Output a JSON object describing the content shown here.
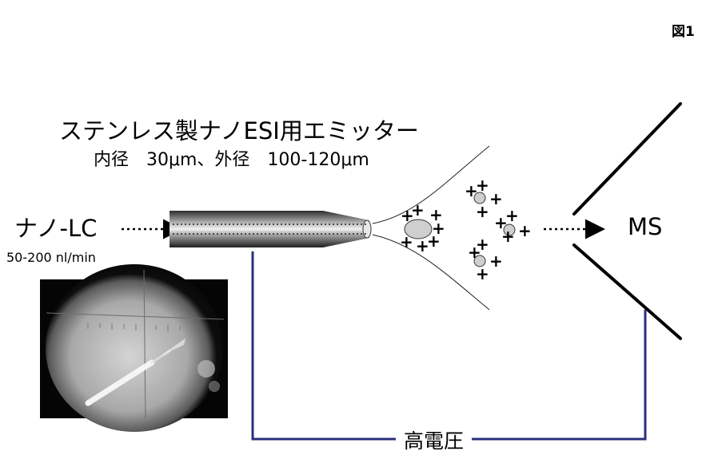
{
  "figure_label": "図1",
  "emitter": {
    "title": "ステンレス製ナノESI用エミッター",
    "dimensions": "内径　30μm、外径　100-120μm"
  },
  "inlet": {
    "label": "ナノ-LC",
    "flow_rate": "50-200 nl/min"
  },
  "detector": {
    "label": "MS"
  },
  "power": {
    "label": "高電圧"
  },
  "colors": {
    "wire": "#2a2f7e",
    "droplet": "#cfcfcf",
    "line": "#000000"
  },
  "icons": [
    "arrow-right-icon",
    "plus-sign-icon",
    "droplet-icon",
    "microscope-photo"
  ]
}
